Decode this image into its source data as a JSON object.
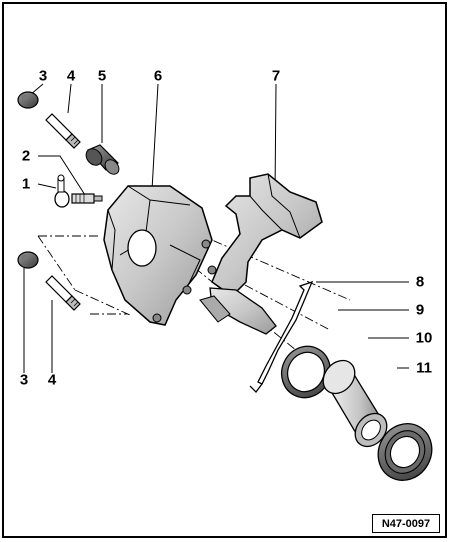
{
  "diagram": {
    "callouts": [
      {
        "id": "c3a",
        "text": "3"
      },
      {
        "id": "c4a",
        "text": "4"
      },
      {
        "id": "c5",
        "text": "5"
      },
      {
        "id": "c6",
        "text": "6"
      },
      {
        "id": "c7",
        "text": "7"
      },
      {
        "id": "c2",
        "text": "2"
      },
      {
        "id": "c1",
        "text": "1"
      },
      {
        "id": "c8",
        "text": "8"
      },
      {
        "id": "c9",
        "text": "9"
      },
      {
        "id": "c10",
        "text": "10"
      },
      {
        "id": "c11",
        "text": "11"
      },
      {
        "id": "c3b",
        "text": "3"
      },
      {
        "id": "c4b",
        "text": "4"
      }
    ],
    "reference_code": "N47-0097"
  }
}
